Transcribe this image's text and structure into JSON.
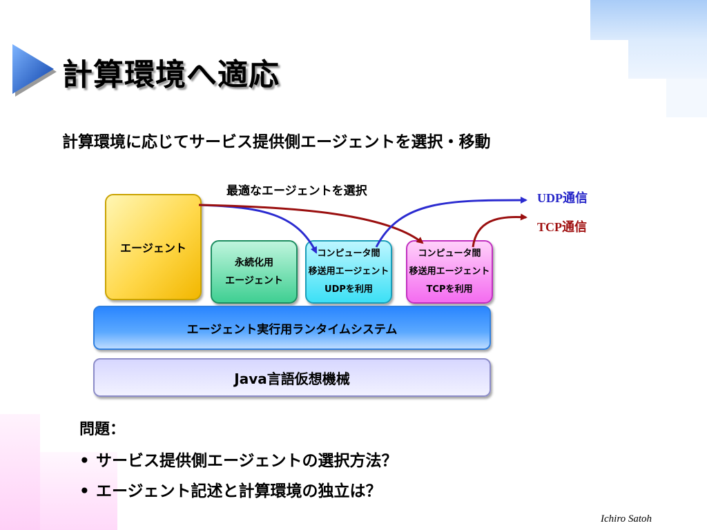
{
  "slide": {
    "title": "計算環境へ適応",
    "subtitle": "計算環境に応じてサービス提供側エージェントを選択・移動",
    "author": "Ichiro Satoh"
  },
  "diagram": {
    "select_label": "最適なエージェントを選択",
    "agent_box": "エージェント",
    "persist_box": [
      "永続化用",
      "エージェント"
    ],
    "udp_box": [
      "コンピュータ間",
      "移送用エージェント",
      "UDPを利用"
    ],
    "tcp_box": [
      "コンピュータ間",
      "移送用エージェント",
      "TCPを利用"
    ],
    "runtime_bar": "エージェント実行用ランタイムシステム",
    "java_bar": "Java言語仮想機械",
    "udp_label": "UDP通信",
    "tcp_label": "TCP通信",
    "colors": {
      "udp_arrow": "#2b2bd0",
      "tcp_arrow": "#9a0f0f"
    }
  },
  "problems": {
    "title": "問題：",
    "items": [
      "サービス提供側エージェントの選択方法？",
      "エージェント記述と計算環境の独立は？"
    ]
  }
}
